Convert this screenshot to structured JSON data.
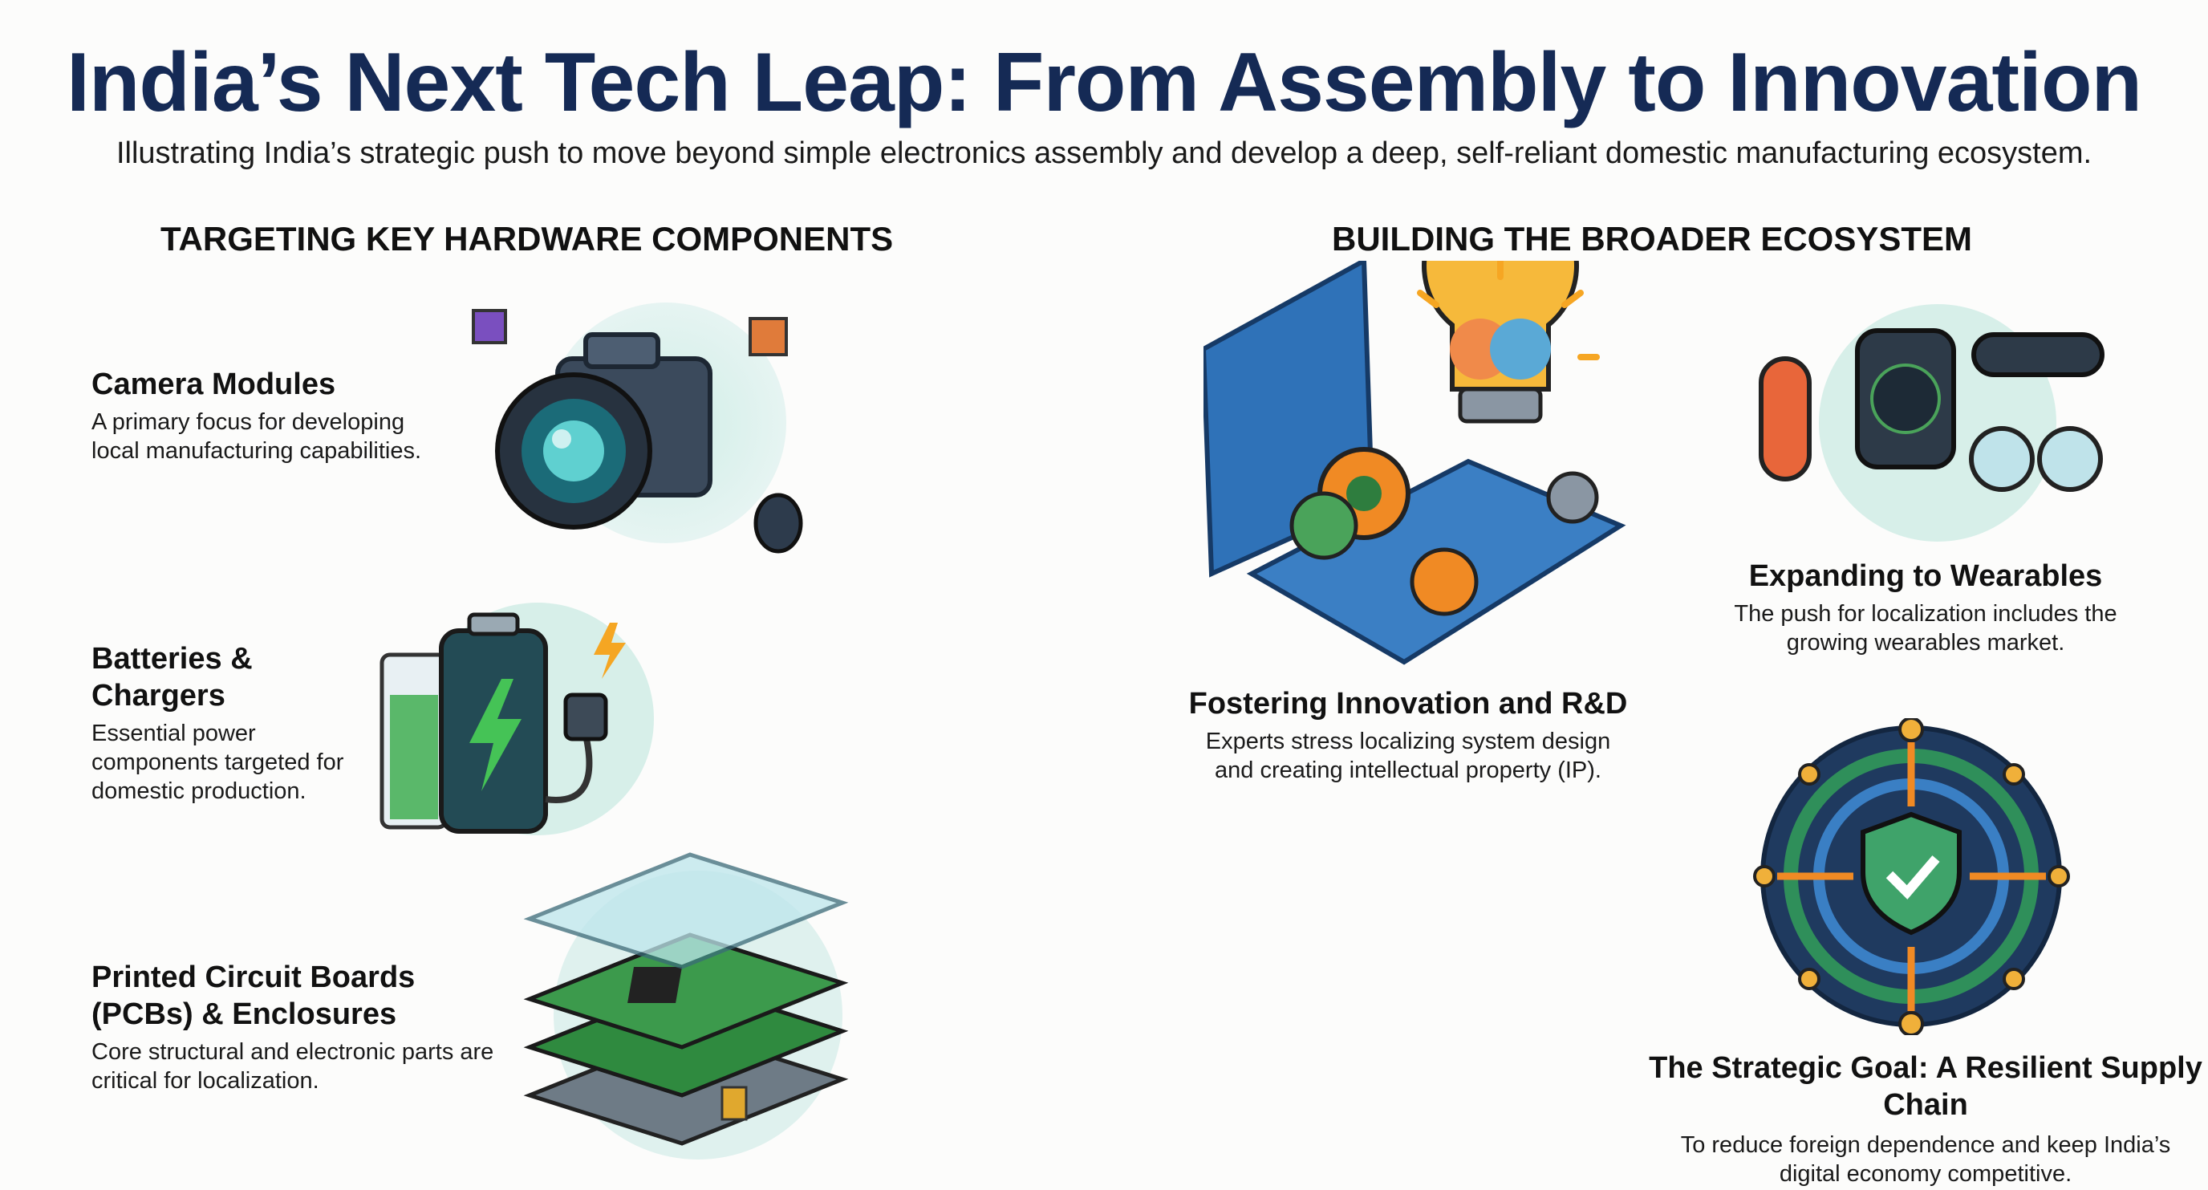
{
  "title": "India’s Next Tech Leap: From Assembly to Innovation",
  "subtitle": "Illustrating India’s strategic push to move beyond simple electronics assembly and develop a deep, self-reliant domestic manufacturing ecosystem.",
  "left": {
    "heading": "TARGETING KEY HARDWARE COMPONENTS",
    "items": [
      {
        "title": "Camera Modules",
        "desc": "A primary focus for developing local manufacturing capabilities.",
        "icon": "camera-icon"
      },
      {
        "title": "Batteries & Chargers",
        "desc": "Essential power components targeted for domestic production.",
        "icon": "battery-icon"
      },
      {
        "title": "Printed Circuit Boards (PCBs) & Enclosures",
        "desc": "Core structural and electronic parts are critical for localization.",
        "icon": "pcb-icon"
      }
    ]
  },
  "right": {
    "heading": "BUILDING THE BROADER ECOSYSTEM",
    "items": [
      {
        "title": "Fostering Innovation and R&D",
        "desc": "Experts stress localizing system design and creating intellectual property (IP).",
        "icon": "lightbulb-icon"
      },
      {
        "title": "Expanding to Wearables",
        "desc": "The push for localization includes the growing wearables market.",
        "icon": "wearables-icon"
      },
      {
        "title": "The Strategic Goal: A Resilient Supply Chain",
        "desc": "To reduce foreign dependence and keep India’s digital economy competitive.",
        "icon": "shield-icon"
      }
    ]
  },
  "colors": {
    "title": "#152a55",
    "teal": "#9fd8cf",
    "green": "#3fa34d",
    "orange": "#f08a24"
  }
}
